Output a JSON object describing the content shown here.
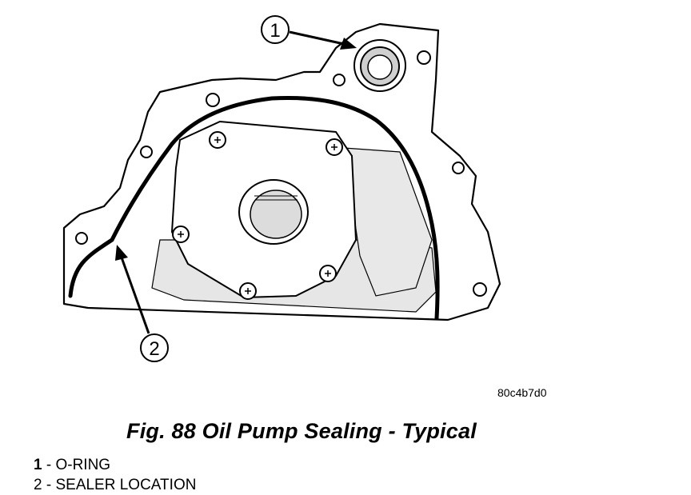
{
  "callouts": [
    {
      "number": "1"
    },
    {
      "number": "2"
    }
  ],
  "illustration_code": "80c4b7d0",
  "caption": "Fig. 88 Oil Pump Sealing - Typical",
  "legend": [
    {
      "number": "1",
      "text": "O-RING"
    },
    {
      "number": "2",
      "text": "SEALER LOCATION"
    }
  ]
}
